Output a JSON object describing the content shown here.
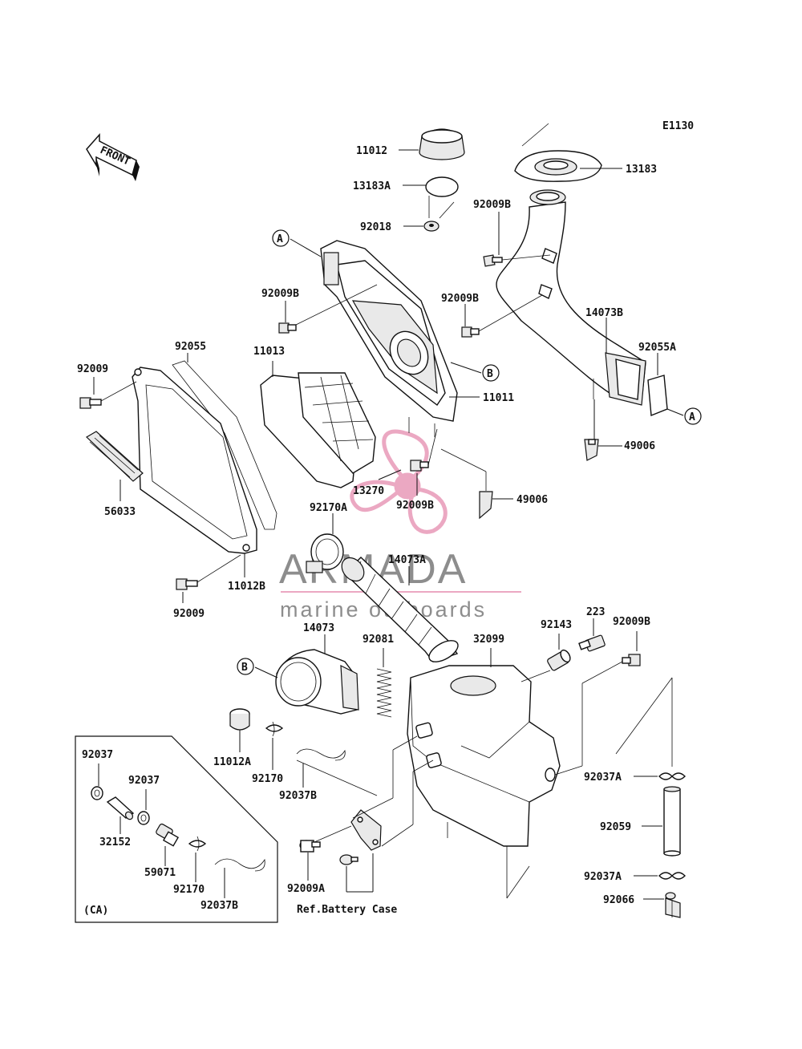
{
  "code": "E1130",
  "front_label": "FRONT",
  "watermark": {
    "brand": "ARMADA",
    "tagline": "marine outboards",
    "accent_color": "#e89ab8",
    "text_color": "#7a7a7a"
  },
  "labels": {
    "p11012": "11012",
    "p13183A": "13183A",
    "p92018": "92018",
    "p13183": "13183",
    "p92009B_top": "92009B",
    "refA_top": "A",
    "p92009B_left": "92009B",
    "p92009B_mid": "92009B",
    "p14073B": "14073B",
    "p92055": "92055",
    "p11013": "11013",
    "p92009_top": "92009",
    "refB_mid": "B",
    "p92055A": "92055A",
    "p11011": "11011",
    "refA_right": "A",
    "p49006_right": "49006",
    "p13270": "13270",
    "p92009B_center": "92009B",
    "p49006_center": "49006",
    "p56033": "56033",
    "p92170A": "92170A",
    "p14073A": "14073A",
    "p11012B": "11012B",
    "p92009_bottom": "92009",
    "p223": "223",
    "p92143": "92143",
    "p92009B_right": "92009B",
    "p14073": "14073",
    "p92081": "92081",
    "p32099": "32099",
    "refB_low": "B",
    "p11012A": "11012A",
    "p92170": "92170",
    "p92037B": "92037B",
    "p92037A_top": "92037A",
    "p92059": "92059",
    "p92037A_bottom": "92037A",
    "p92066": "92066",
    "p92009A": "92009A",
    "ref_battery": "Ref.Battery Case",
    "ca_92037_a": "92037",
    "ca_92037_b": "92037",
    "ca_32152": "32152",
    "ca_59071": "59071",
    "ca_92170": "92170",
    "ca_92037B": "92037B",
    "ca_tag": "(CA)"
  }
}
